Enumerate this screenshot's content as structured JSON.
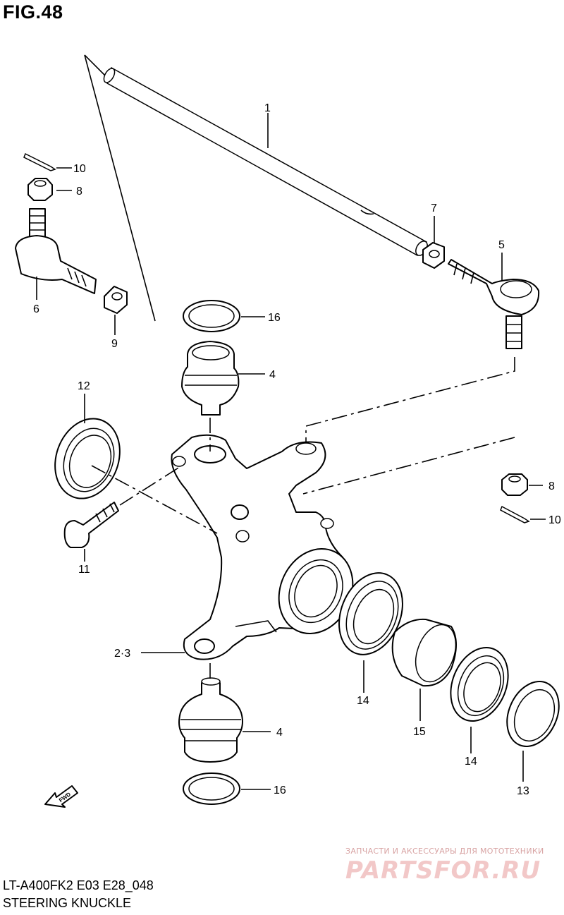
{
  "figure": {
    "title": "FIG.48"
  },
  "footer": {
    "model_code": "LT-A400FK2 E03 E28_048",
    "caption": "STEERING KNUCKLE"
  },
  "watermark": {
    "subtitle": "ЗАПЧАСТИ И АКСЕССУАРЫ ДЛЯ МОТОТЕХНИКИ",
    "logo": "PARTSFOR.RU"
  },
  "direction_marker": {
    "text": "FWD"
  },
  "callouts": {
    "c1": "1",
    "c4_top": "4",
    "c4_bottom": "4",
    "c5": "5",
    "c6": "6",
    "c7": "7",
    "c8_left": "8",
    "c8_right": "8",
    "c9": "9",
    "c10_left": "10",
    "c10_right": "10",
    "c11": "11",
    "c12": "12",
    "c13": "13",
    "c14_a": "14",
    "c14_b": "14",
    "c15": "15",
    "c16_top": "16",
    "c16_bottom": "16",
    "c23": "2·3"
  }
}
